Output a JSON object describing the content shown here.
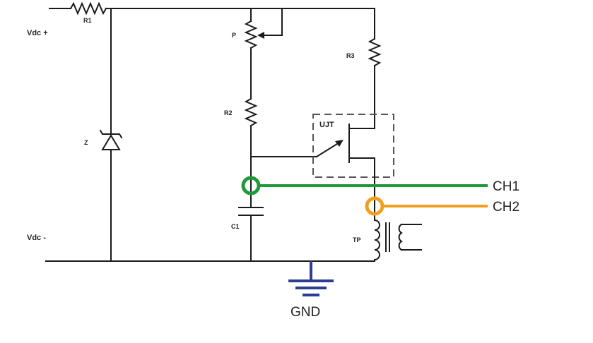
{
  "labels": {
    "r1": "R1",
    "vdc_plus": "Vdc +",
    "vdc_minus": "Vdc -",
    "z": "Z",
    "p": "P",
    "r2": "R2",
    "r3": "R3",
    "ujt": "UJT",
    "c1": "C1",
    "tp": "TP",
    "ch1": "CH1",
    "ch2": "CH2",
    "gnd": "GND"
  },
  "colors": {
    "wire": "#1a1a1a",
    "ch1_probe": "#1f9a3a",
    "ch2_probe": "#f0a020",
    "ground": "#2c3e91",
    "ujt_box": "#555555"
  }
}
